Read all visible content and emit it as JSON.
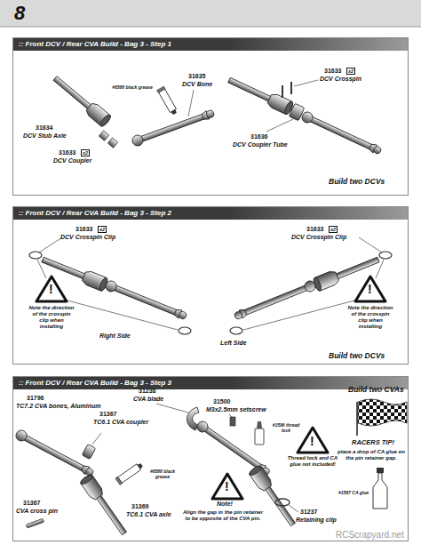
{
  "diagram": {
    "nodes": [
      {
        "text": [
          ":: Front DCV / Rear CVA Build - Bag 3 - Step 1"
        ]
      },
      {
        "text": [
          ":: Front DCV / Rear CVA Build - Bag 3 - Step 2"
        ]
      },
      {
        "text": [
          ":: Front DCV / Rear CVA Build - Bag 3 - Step 3"
        ]
      }
    ],
    "labels": [
      "8",
      "31634",
      "DCV Stub Axle",
      "31633",
      "x2",
      "DCV Coupler",
      "#6588 black grease",
      "31635",
      "DCV Bone",
      "31633",
      "x2",
      "DCV Crosspin",
      "31636",
      "DCV Coupler Tube",
      "Build two DCVs",
      "31633",
      "x2",
      "DCV Crosspin Clip",
      "!",
      "Note the direction of the crosspin clip when installing",
      "Right Side",
      "31633",
      "x2",
      "DCV Crosspin Clip",
      "!",
      "Note the direction of the crosspin clip when installing",
      "Left Side",
      "Build two DCVs",
      "31796",
      "TC7.2 CVA bones, Aluminum",
      "31367",
      "TC6.1 CVA coupler",
      "#6588 black grease",
      "31367",
      "CVA cross pin",
      "31369",
      "TC6.1 CVA axle",
      "31238",
      "CVA blade",
      "31500",
      "M3x2.5mm setscrew",
      "#1596 thread lock",
      "!",
      "Thread lock and CA glue not included!",
      "!",
      "Note!",
      "Align the gap in the pin retainer to be opposite of the CVA pin.",
      "31237",
      "Retaining clip",
      "Build two CVAs",
      "RACERS TIP!",
      "place a drop of CA glue on the pin retainer gap.",
      "#1597 CA glue",
      "RCScrapyard.net"
    ]
  }
}
